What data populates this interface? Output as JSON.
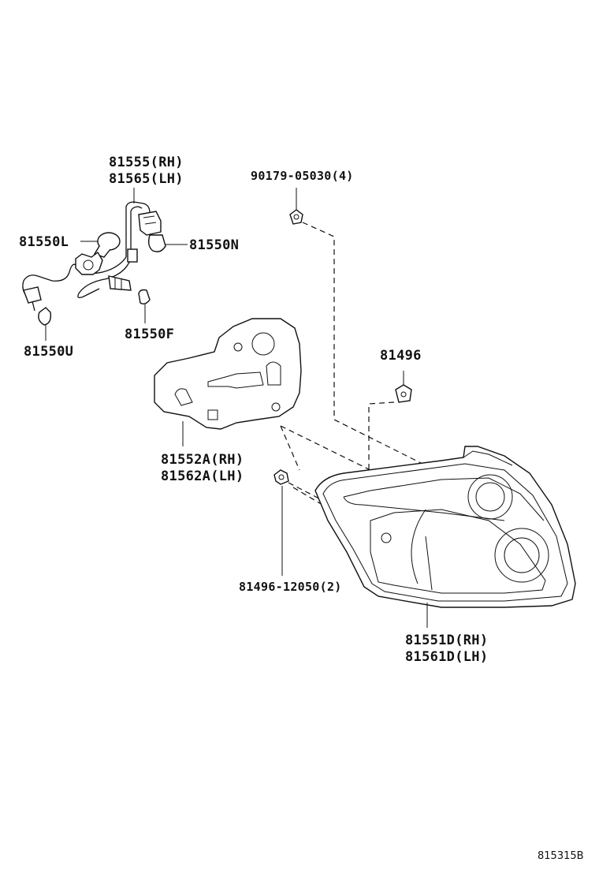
{
  "labels": {
    "socket_rh": "81555(RH)",
    "socket_lh": "81565(LH)",
    "bulb_l": "81550L",
    "bulb_n": "81550N",
    "bulb_f": "81550F",
    "bulb_u": "81550U",
    "screw": "90179-05030(4)",
    "clip": "81496",
    "gasket_rh": "81552A(RH)",
    "gasket_lh": "81562A(LH)",
    "screw2": "81496-12050(2)",
    "lens_rh": "81551D(RH)",
    "lens_lh": "81561D(LH)"
  },
  "figure_ref": "815315B"
}
